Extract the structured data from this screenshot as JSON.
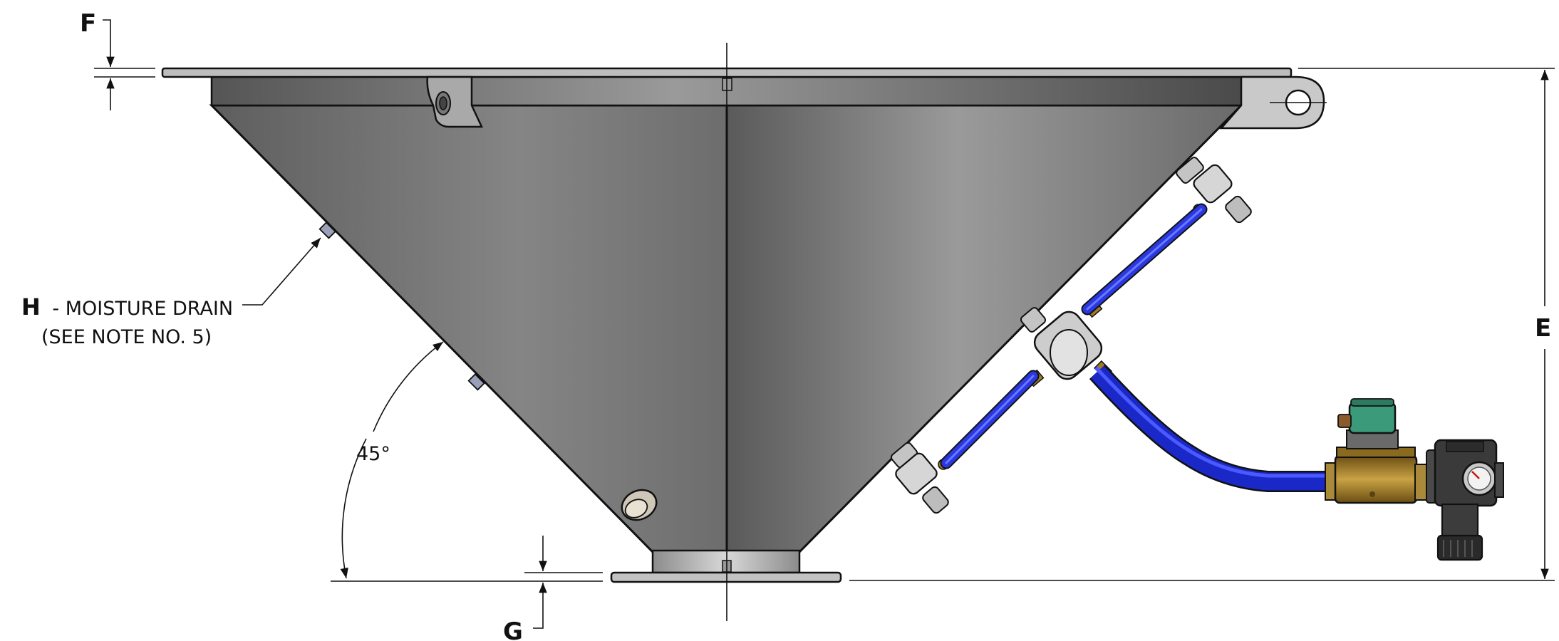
{
  "dimensions": {
    "e": "E",
    "f": "F",
    "g": "G",
    "angle": "45°"
  },
  "callout": {
    "letter": "H",
    "text": "- MOISTURE DRAIN",
    "note": "(SEE NOTE NO. 5)"
  },
  "colors": {
    "hopper": "#8a8a8a",
    "hose": "#1a28c8",
    "brass": "#9a7a2a",
    "solenoid": "#3a9a7a",
    "regulator": "#3a3a3a"
  }
}
